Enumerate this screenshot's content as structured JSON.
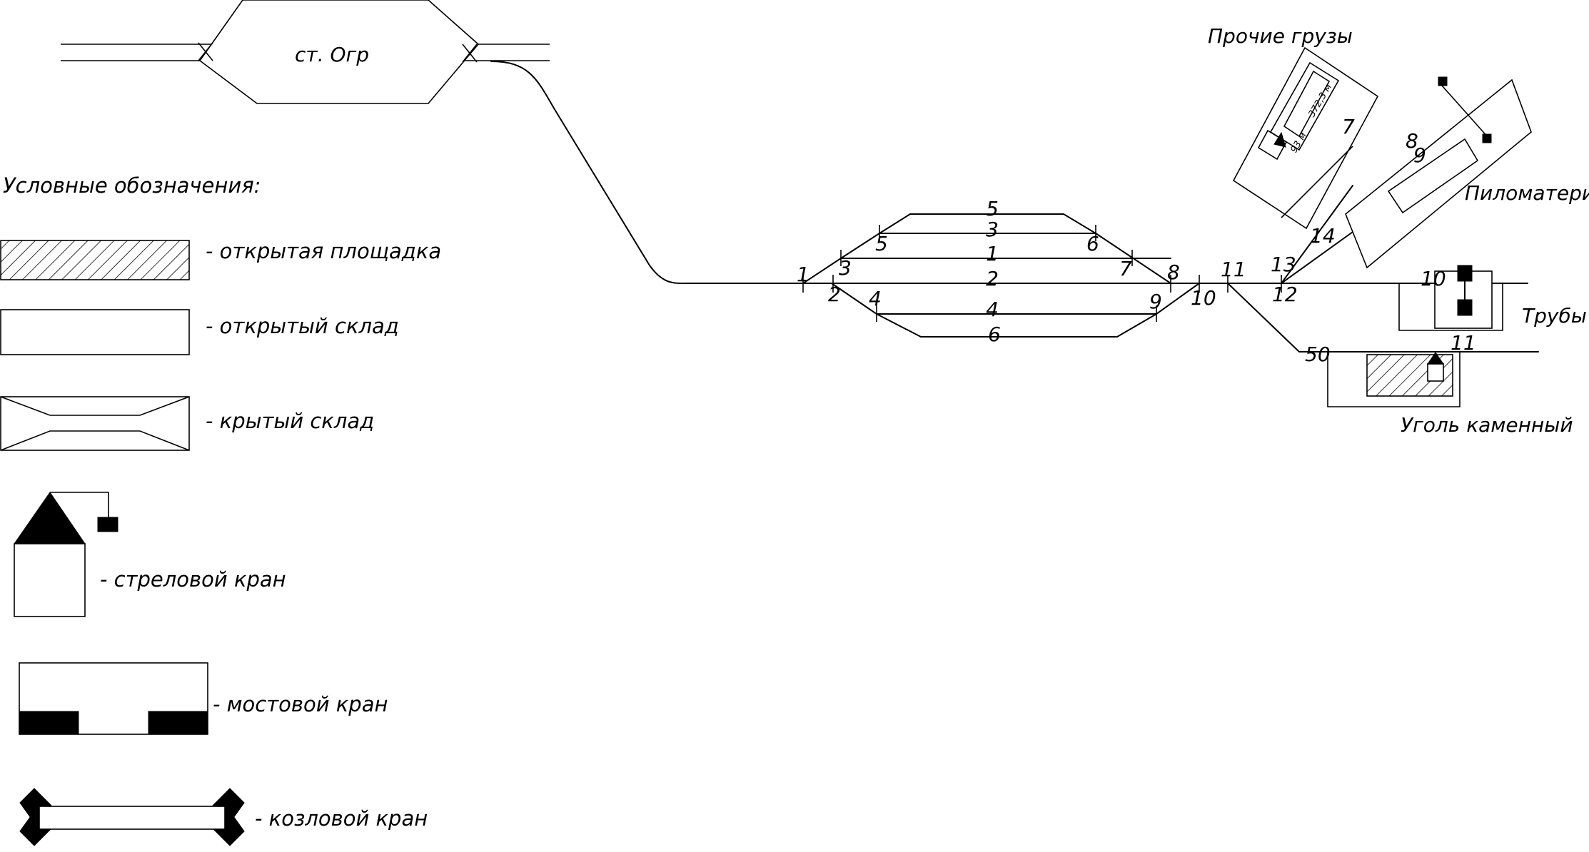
{
  "station": {
    "name": "ст. Огр"
  },
  "legend": {
    "title": "Условные обозначения:",
    "items": [
      {
        "symbol": "hatched-rectangle",
        "label": "- открытая площадка"
      },
      {
        "symbol": "rectangle",
        "label": "- открытый склад"
      },
      {
        "symbol": "covered-rectangle",
        "label": "- крытый склад"
      },
      {
        "symbol": "jib-crane",
        "label": "- стреловой кран"
      },
      {
        "symbol": "bridge-crane",
        "label": "- мостовой кран"
      },
      {
        "symbol": "gantry-crane",
        "label": "- козловой кран"
      }
    ]
  },
  "tracks": {
    "track_labels": [
      "5",
      "3",
      "1",
      "2",
      "4",
      "6"
    ],
    "switch_labels": [
      "1",
      "2",
      "3",
      "4",
      "5",
      "6",
      "7",
      "8",
      "9",
      "10",
      "11",
      "12",
      "13",
      "14"
    ]
  },
  "areas": {
    "other_cargo": {
      "label": "Прочие грузы",
      "track": "7",
      "dim_long": "372,3 м",
      "dim_short": "93 м"
    },
    "lumber": {
      "label": "Пиломатериалы",
      "track": "8",
      "track2": "9"
    },
    "pipes": {
      "label": "Трубы",
      "track": "10"
    },
    "coal": {
      "label": "Уголь каменный",
      "track": "11",
      "length": "50"
    }
  }
}
